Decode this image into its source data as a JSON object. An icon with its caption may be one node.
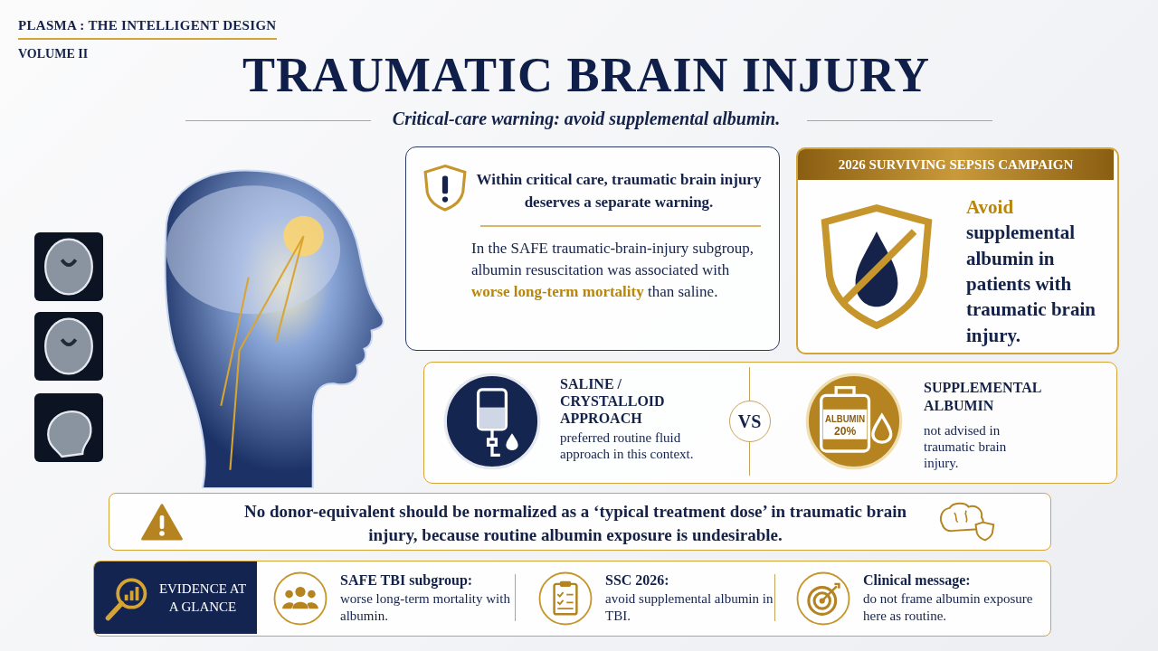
{
  "diagram": {
    "title": "TRAUMATIC BRAIN INJURY",
    "caption": "Critical-care warning: avoid supplemental albumin.",
    "nodes": [
      {
        "text": [
          "Within critical care, traumatic brain injury deserves a separate warning.",
          "In the SAFE traumatic-brain-injury subgroup, albumin resuscitation was associated with **worse long-term mortality** than saline."
        ]
      },
      {
        "text": [
          "2026 SURVIVING SEPSIS CAMPAIGN",
          "**Avoid** supplemental albumin in patients with traumatic brain injury."
        ]
      },
      {
        "text": [],
        "shape": "box"
      },
      {
        "text": [
          "SALINE / CRYSTALLOID APPROACH",
          "preferred routine fluid approach in this context."
        ],
        "in": 2
      },
      {
        "text": [
          "VS"
        ],
        "in": 2
      },
      {
        "text": [
          "SUPPLEMENTAL ALBUMIN",
          "not advised in traumatic brain injury."
        ],
        "in": 2
      },
      {
        "text": [
          "No donor-equivalent should be normalized as a ‘typical treatment dose’ in traumatic brain injury, because routine albumin exposure is undesirable."
        ]
      },
      {
        "text": [],
        "shape": "box"
      },
      {
        "text": [
          "EVIDENCE AT A GLANCE"
        ],
        "in": 7
      },
      {
        "text": [
          "SAFE TBI subgroup:",
          "worse long-term mortality with albumin."
        ],
        "in": 7
      },
      {
        "text": [
          "SSC 2026:",
          "avoid supplemental albumin in TBI."
        ],
        "in": 7
      },
      {
        "text": [
          "Clinical message:",
          "do not frame albumin exposure here as routine."
        ],
        "in": 7
      }
    ],
    "labels": [
      "PLASMA : THE INTELLIGENT DESIGN",
      "VOLUME II",
      "ALBUMIN",
      "20%"
    ]
  }
}
